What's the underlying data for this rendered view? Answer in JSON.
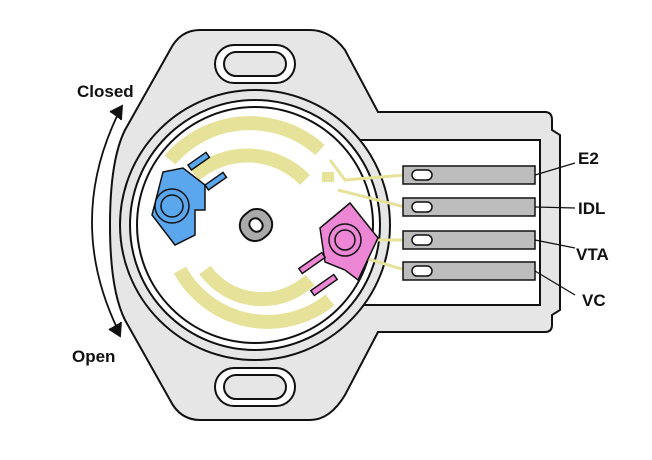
{
  "labels": {
    "closed": "Closed",
    "open": "Open",
    "terminals": [
      "E2",
      "IDL",
      "VTA",
      "VC"
    ]
  },
  "colors": {
    "body": "#e6e6e6",
    "track": "#e6e29a",
    "slider_idl": "#5aa7ee",
    "slider_vta": "#ee86d6",
    "pin": "#bdbdbd"
  }
}
